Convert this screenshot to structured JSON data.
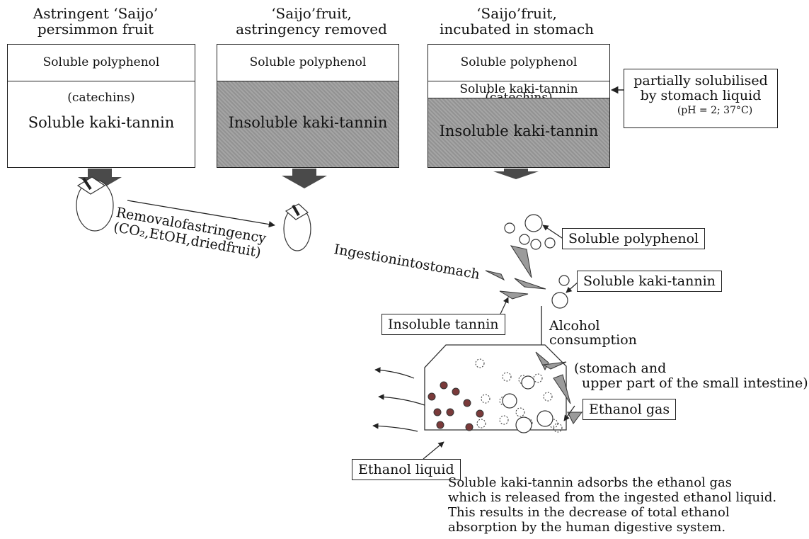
{
  "headers": {
    "col1": [
      "Astringent ‘Saijo’",
      "persimmon fruit"
    ],
    "col2": [
      "‘Saijo’fruit,",
      "astringency removed"
    ],
    "col3": [
      "‘Saijo’fruit,",
      "incubated in stomach"
    ]
  },
  "boxes": {
    "col1": {
      "top": "Soluble polyphenol (catechins)",
      "bottom": "Soluble kaki-tannin"
    },
    "col2": {
      "top": "Soluble polyphenol (catechins)",
      "bottom": "Insoluble kaki-tannin"
    },
    "col3": {
      "top": "Soluble polyphenol (catechins)",
      "middle": "Soluble kaki-tannin",
      "bottom": "Insoluble kaki-tannin"
    }
  },
  "stomach_note": {
    "line1": "partially solubilised",
    "line2": "by stomach liquid",
    "line3": "(pH = 2; 37°C)"
  },
  "removal": {
    "line1": "Removalofastringency",
    "line2": "(CO₂,EtOH,driedfruit)"
  },
  "ingestion": "Ingestionintostomach",
  "labels": {
    "soluble_polyphenol": "Soluble polyphenol",
    "soluble_kaki_tannin": "Soluble kaki-tannin",
    "insoluble_tannin": "Insoluble tannin",
    "ethanol_gas": "Ethanol gas",
    "ethanol_liquid": "Ethanol liquid"
  },
  "alcohol": {
    "line1": "Alcohol",
    "line2": "consumption"
  },
  "location": {
    "line1": "(stomach and",
    "line2": "upper part of the small intestine)"
  },
  "caption": [
    "Soluble kaki-tannin adsorbs the ethanol gas",
    "which is released from the ingested ethanol liquid.",
    "This results in the decrease of total ethanol",
    "absorption by the human digestive system."
  ],
  "colors": {
    "insoluble_fill": "#9b9b9b",
    "ethanol_dot": "#7a3a3a",
    "arrow": "#4a4a4a"
  }
}
